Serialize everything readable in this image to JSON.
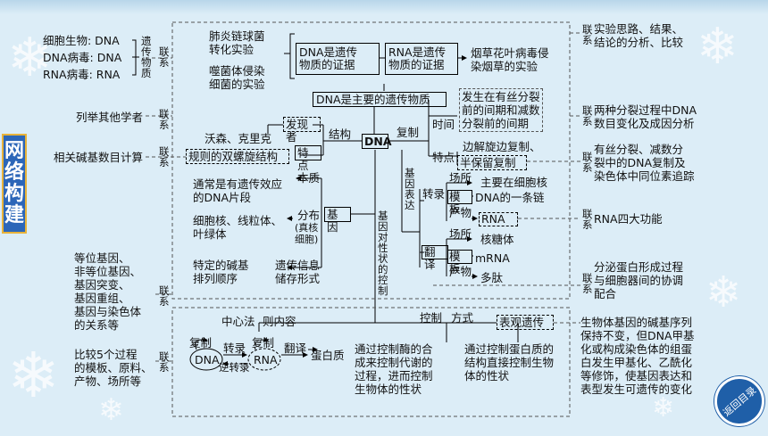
{
  "sidebar": {
    "title_chars": [
      "网",
      "络",
      "构",
      "建"
    ]
  },
  "left": {
    "genetic_material": {
      "cell": "细胞生物: DNA",
      "dna_virus": "DNA病毒: DNA",
      "rna_virus": "RNA病毒: RNA"
    },
    "genetic_material_label": "遗传物质",
    "link": "联系",
    "scientists": "列举其他学者",
    "base_calc": "相关碱基数目计算",
    "gene_list": "等位基因、\n非等位基因、\n基因突变、\n基因重组、\n基因与染色体\n的关系等",
    "compare": "比较5个过程\n的模板、原料、\n产物、场所等"
  },
  "center": {
    "pneumonia": "肺炎链球菌\n转化实验",
    "phage": "噬菌体侵染\n细菌的实验",
    "dna_evidence": "DNA是遗传\n物质的证据",
    "rna_evidence": "RNA是遗传\n物质的证据",
    "tmv": "烟草花叶病毒侵\n染烟草的实验",
    "dna_main": "DNA是主要的遗传物质",
    "discoverer": "发现者",
    "watson": "沃森、克里克",
    "structure": "结构",
    "double_helix": "规则的双螺旋结构",
    "features": "特点",
    "dna": "DNA",
    "replication": "复制",
    "time": "时间",
    "time_desc": "发生在有丝分裂\n前的间期和减数\n分裂前的间期",
    "rep_features": "特点",
    "unwind": "边解旋边复制、",
    "semi": "半保留复制",
    "gene_expression": "基因表达",
    "transcription": "转录",
    "place1": "场所",
    "template1": "模板",
    "product1": "产物",
    "nucleus_main": "主要在细胞核",
    "dna_strand": "DNA的一条链",
    "rna": "RNA",
    "translation": "翻译",
    "place2": "场所",
    "template2": "模板",
    "product2": "产物",
    "ribosome": "核糖体",
    "mrna": "mRNA",
    "peptide": "多肽",
    "essence": "本质",
    "gene_desc": "通常是有遗传效应\n的DNA片段",
    "distribution": "分布",
    "distribution_note": "(真核\n细胞)",
    "gene": "基因",
    "location": "细胞核、线粒体、\n叶绿体",
    "bases": "特定的碱基\n排列顺序",
    "info": "遗传信息\n储存形式",
    "gene_control": "基因对性状的控制",
    "central": "中心法",
    "central2": "则内容",
    "control": "控制",
    "method": "方式",
    "epigenetics": "表观遗传",
    "c_rep1": "复制",
    "c_transcribe": "转录",
    "c_rep2": "复制",
    "c_translate": "翻译",
    "c_dna": "DNA",
    "c_reverse": "逆转录",
    "c_rna": "RNA",
    "c_protein": "蛋白质",
    "enzyme_control": "通过控制酶的合\n成来控制代谢的\n过程，进而控制\n生物体的性状",
    "protein_control": "通过控制蛋白质的\n结构直接控制生物\n体的性状"
  },
  "right": {
    "link": "联系",
    "r1": "实验思路、结果、\n结论的分析、比较",
    "r2": "两种分裂过程中DNA\n数目变化及成因分析",
    "r3": "有丝分裂、减数分\n裂中的DNA复制及\n染色体中同位素追踪",
    "r4": "RNA四大功能",
    "r5": "分泌蛋白形成过程\n与细胞器间的协调\n配合",
    "r6": "生物体基因的碱基序列\n保持不变，但DNA甲基\n化或构成染色体的组蛋\n白发生甲基化、乙酰化\n等修饰，使基因表达和\n表型发生可遗传的变化"
  },
  "back_button": "返回目录"
}
